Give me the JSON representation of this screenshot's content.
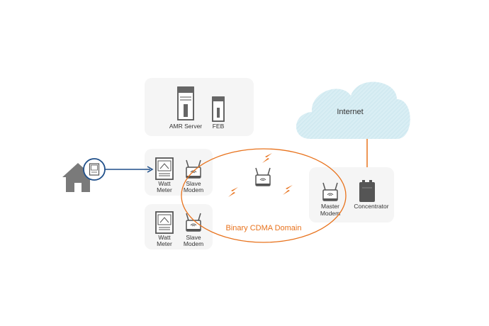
{
  "diagram": {
    "cloud_label": "Internet",
    "server_box": {
      "amr_label": "AMR Server",
      "feb_label": "FEB"
    },
    "meter_group_1": {
      "meter_line1": "Watt",
      "meter_line2": "Meter",
      "modem_line1": "Slave",
      "modem_line2": "Modem"
    },
    "meter_group_2": {
      "meter_line1": "Watt",
      "meter_line2": "Meter",
      "modem_line1": "Slave",
      "modem_line2": "Modem"
    },
    "domain_label": "Binary CDMA Domain",
    "master_modem": {
      "line1": "Master",
      "line2": "Modem"
    },
    "concentrator_label": "Concentrator"
  },
  "colors": {
    "accent": "#e8721c",
    "arrow": "#1f4f8a",
    "device": "#6b6b6b",
    "cloud": "#d6ecf2",
    "panel": "#f5f5f5"
  },
  "icons": [
    "house-icon",
    "meter-icon",
    "server-icon",
    "router-icon",
    "lightning-icon",
    "cloud-icon",
    "concentrator-icon"
  ]
}
